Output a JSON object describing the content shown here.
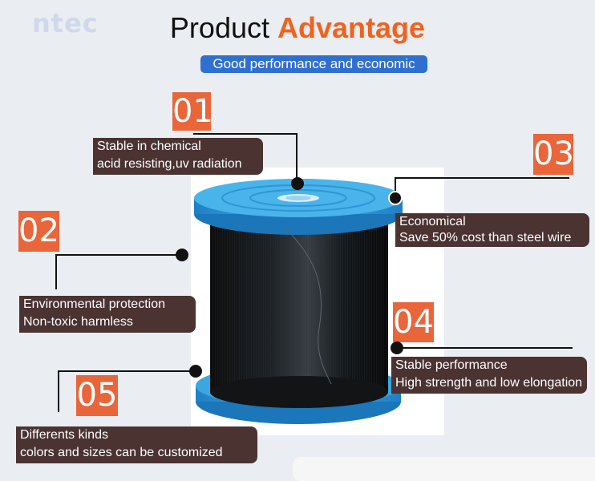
{
  "brand": {
    "logo_text": "ntec"
  },
  "header": {
    "title_plain": "Product",
    "title_accent": "Advantage",
    "subtitle": "Good performance and economic"
  },
  "colors": {
    "accent": "#f0621e",
    "badge_bg": "#e9653a",
    "label_bg": "#4a3331",
    "subtitle_bg": "#2f6fd0",
    "spool_blue": "#2a9ad9"
  },
  "features": [
    {
      "number": "01",
      "line1": "Stable in chemical",
      "line2": "acid resisting,uv radiation"
    },
    {
      "number": "02",
      "line1": "Environmental protection",
      "line2": " Non-toxic harmless"
    },
    {
      "number": "03",
      "line1": "Economical",
      "line2": "Save 50% cost than steel wire"
    },
    {
      "number": "04",
      "line1": "Stable performance",
      "line2": "High strength and low elongation"
    },
    {
      "number": "05",
      "line1": "Differents kinds",
      "line2": "colors and sizes can be customized"
    }
  ]
}
